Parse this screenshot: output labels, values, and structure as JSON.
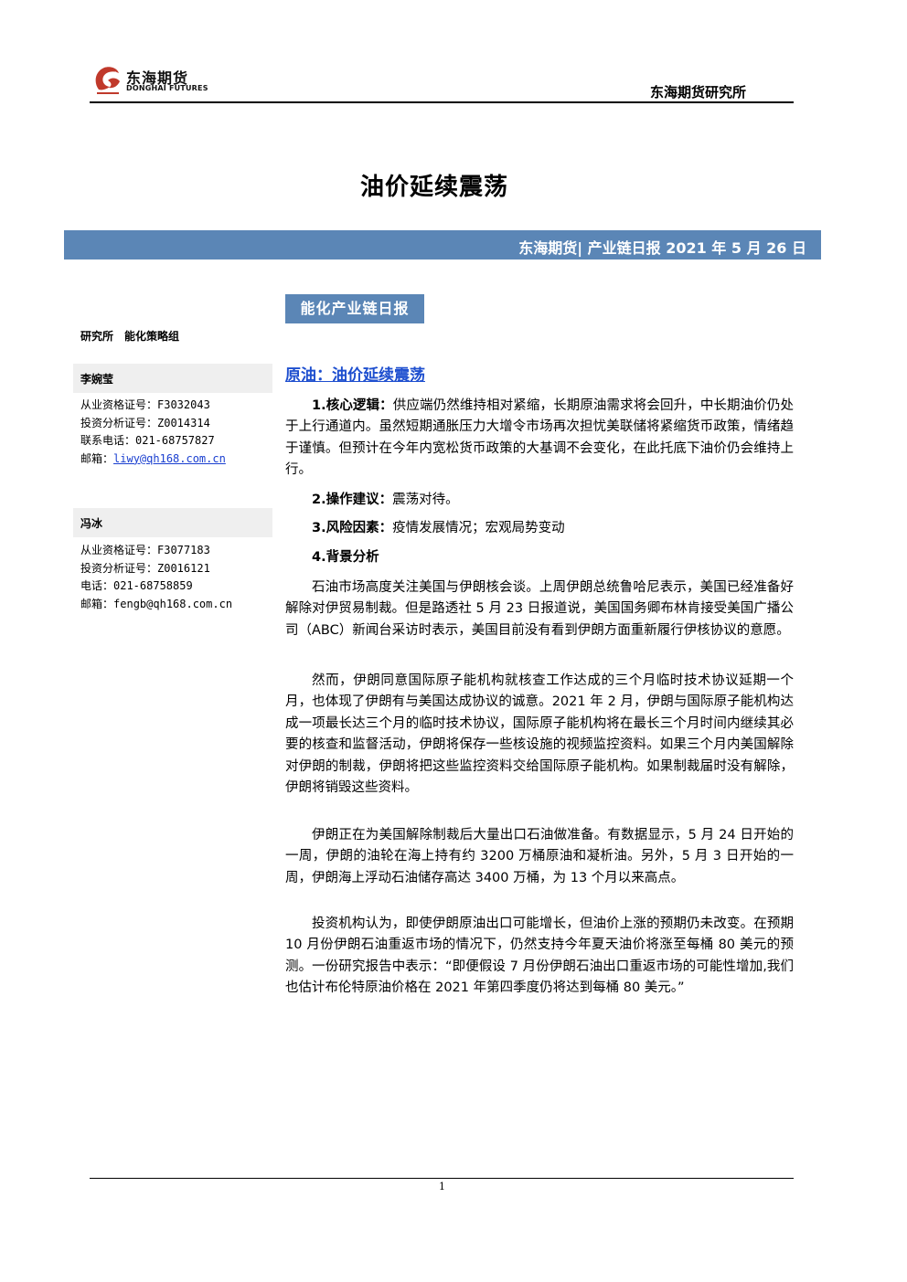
{
  "header": {
    "logo_cn": "东海期货",
    "logo_en": "DONGHAI FUTURES",
    "institute": "东海期货研究所"
  },
  "title": "油价延续震荡",
  "banner": "东海期货| 产业链日报 2021 年 5 月 26 日",
  "section_tag": "能化产业链日报",
  "sidebar": {
    "dept": "研究所　能化策略组",
    "analysts": [
      {
        "name": "李婉莹",
        "lines": [
          "从业资格证号：F3032043",
          "投资分析证号：Z0014314",
          "联系电话：021-68757827"
        ],
        "email_label": "邮箱：",
        "email": "liwy@qh168.com.cn"
      },
      {
        "name": "冯冰",
        "lines": [
          "从业资格证号：F3077183",
          "投资分析证号：Z0016121",
          "电话：021-68758859"
        ],
        "email_label": "邮箱：",
        "email": "fengb@qh168.com.cn"
      }
    ]
  },
  "main": {
    "heading": "原油：油价延续震荡",
    "items": [
      {
        "label": "1.核心逻辑：",
        "text": "供应端仍然维持相对紧缩，长期原油需求将会回升，中长期油价仍处于上行通道内。虽然短期通胀压力大增令市场再次担忧美联储将紧缩货币政策，情绪趋于谨慎。但预计在今年内宽松货币政策的大基调不会变化，在此托底下油价仍会维持上行。"
      },
      {
        "label": "2.操作建议：",
        "text": "震荡对待。"
      },
      {
        "label": "3.风险因素：",
        "text": "疫情发展情况；宏观局势变动"
      },
      {
        "label": "4.背景分析",
        "text": ""
      }
    ],
    "paragraphs": [
      "石油市场高度关注美国与伊朗核会谈。上周伊朗总统鲁哈尼表示，美国已经准备好解除对伊贸易制裁。但是路透社 5 月 23 日报道说，美国国务卿布林肯接受美国广播公司（ABC）新闻台采访时表示，美国目前没有看到伊朗方面重新履行伊核协议的意愿。",
      "然而，伊朗同意国际原子能机构就核查工作达成的三个月临时技术协议延期一个月，也体现了伊朗有与美国达成协议的诚意。2021 年 2 月，伊朗与国际原子能机构达成一项最长达三个月的临时技术协议，国际原子能机构将在最长三个月时间内继续其必要的核查和监督活动，伊朗将保存一些核设施的视频监控资料。如果三个月内美国解除对伊朗的制裁，伊朗将把这些监控资料交给国际原子能机构。如果制裁届时没有解除，伊朗将销毁这些资料。",
      "伊朗正在为美国解除制裁后大量出口石油做准备。有数据显示，5 月 24 日开始的一周，伊朗的油轮在海上持有约 3200 万桶原油和凝析油。另外，5 月 3 日开始的一周，伊朗海上浮动石油储存高达 3400 万桶，为 13 个月以来高点。",
      "投资机构认为，即使伊朗原油出口可能增长，但油价上涨的预期仍未改变。在预期 10 月份伊朗石油重返市场的情况下，仍然支持今年夏天油价将涨至每桶 80 美元的预测。一份研究报告中表示：“即便假设 7 月份伊朗石油出口重返市场的可能性增加,我们也估计布伦特原油价格在 2021 年第四季度仍将达到每桶 80 美元。”"
    ]
  },
  "footer": {
    "page": "1"
  },
  "colors": {
    "banner": "#5b86b6",
    "heading": "#1e4fcf",
    "sidebar_bar": "#efefef",
    "link": "#1a3fd0"
  }
}
